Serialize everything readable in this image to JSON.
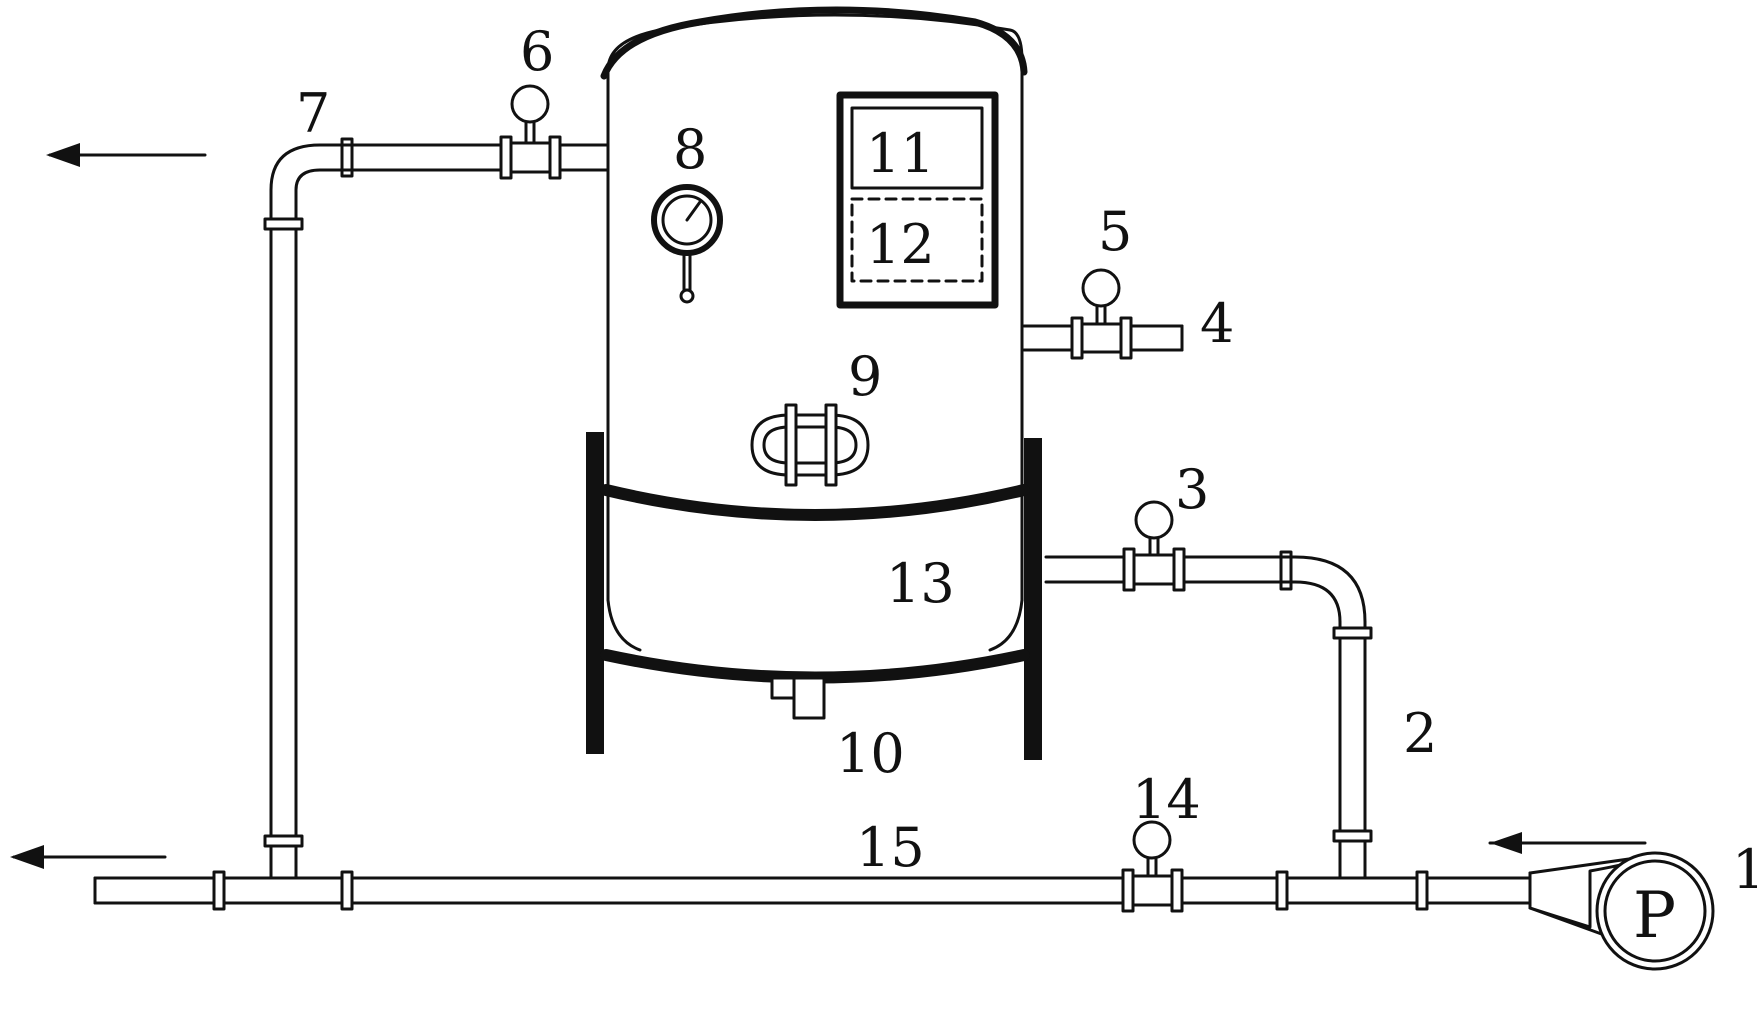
{
  "diagram": {
    "labels": {
      "l1": "1",
      "l2": "2",
      "l3": "3",
      "l4": "4",
      "l5": "5",
      "l6": "6",
      "l7": "7",
      "l8": "8",
      "l9": "9",
      "l10": "10",
      "l11": "11",
      "l12": "12",
      "l13": "13",
      "l14": "14",
      "l15": "15"
    },
    "pump_letter": "P",
    "colors": {
      "line": "#111111",
      "fill": "#ffffff"
    }
  }
}
